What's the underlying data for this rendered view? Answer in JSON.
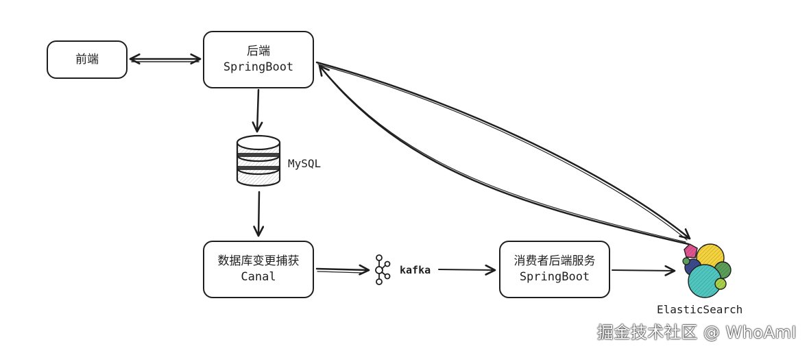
{
  "nodes": {
    "frontend": {
      "line1": "前端"
    },
    "backend": {
      "line1": "后端",
      "line2": "SpringBoot"
    },
    "canal": {
      "line1": "数据库变更捕获",
      "line2": "Canal"
    },
    "consumer": {
      "line1": "消费者后端服务",
      "line2": "SpringBoot"
    }
  },
  "labels": {
    "mysql": "MySQL",
    "kafka": "kafka",
    "elasticsearch": "ElasticSearch"
  },
  "watermark": "掘金技术社区 @ WhoAmI",
  "icons": {
    "database": "database-icon",
    "kafka": "kafka-icon",
    "elasticsearch": "elasticsearch-icon"
  },
  "colors": {
    "stroke": "#1e1e1e",
    "es_yellow": "#f5d33c",
    "es_teal": "#4fc7c0",
    "es_navy": "#3b4a8c",
    "es_green": "#5a9e5a",
    "es_pink": "#e0548f",
    "es_lime": "#a8d24a"
  }
}
